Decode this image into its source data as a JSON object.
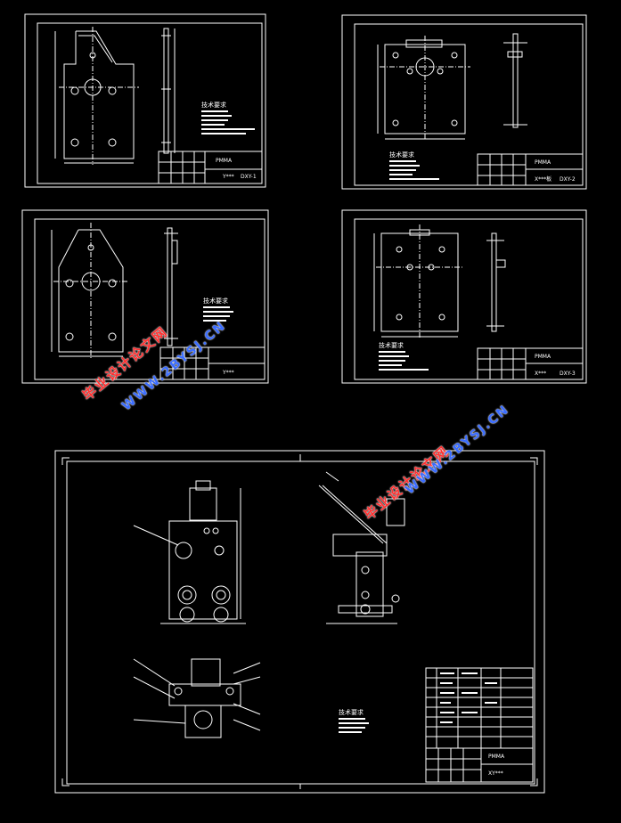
{
  "sheets": [
    {
      "tech_title": "技术要求",
      "material": "PMMA",
      "name": "Y***",
      "drawing_no": "DXY-1"
    },
    {
      "tech_title": "技术要求",
      "material": "PMMA",
      "name": "X***板",
      "drawing_no": "DXY-2"
    },
    {
      "tech_title": "技术要求",
      "material": "",
      "name": "Y***",
      "drawing_no": ""
    },
    {
      "tech_title": "技术要求",
      "material": "PMMA",
      "name": "X***",
      "drawing_no": "DXY-3"
    }
  ],
  "assembly": {
    "tech_title": "技术要求",
    "material": "PMMA",
    "name": "XY***"
  },
  "watermarks": [
    {
      "cn": "毕业设计论文网",
      "url": "WWW.2BYSJ.CN"
    },
    {
      "cn": "毕业设计论文网",
      "url": "WWW.2BYSJ.CN"
    }
  ],
  "colors": {
    "background": "#000000",
    "line": "#ffffff",
    "watermark_cn": "#ff3030",
    "watermark_url": "#3a6cff"
  }
}
